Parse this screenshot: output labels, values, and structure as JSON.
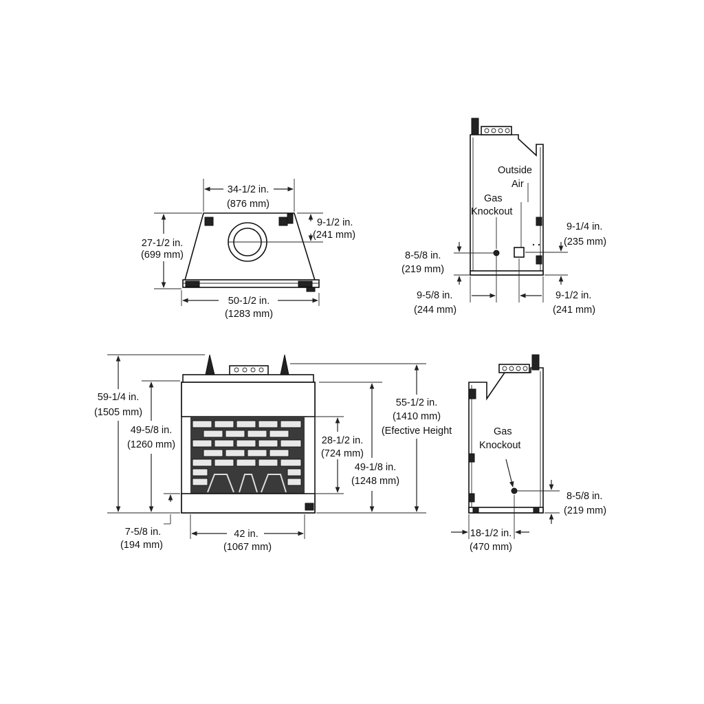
{
  "top_view": {
    "width_top": [
      "34-1/2 in.",
      "(876 mm)"
    ],
    "depth": [
      "27-1/2 in.",
      "(699 mm)"
    ],
    "flue_offset": [
      "9-1/2 in.",
      "(241 mm)"
    ],
    "width_bottom": [
      "50-1/2 in.",
      "(1283 mm)"
    ]
  },
  "side_view_right": {
    "outside_air": [
      "Outside",
      "Air"
    ],
    "gas_knockout": [
      "Gas",
      "Knockout"
    ],
    "air_height": [
      "9-1/4 in.",
      "(235 mm)"
    ],
    "gas_height": [
      "8-5/8 in.",
      "(219 mm)"
    ],
    "gas_from_front": [
      "9-5/8 in.",
      "(244 mm)"
    ],
    "air_from_back": [
      "9-1/2 in.",
      "(241 mm)"
    ]
  },
  "front_view": {
    "overall_height": [
      "59-1/4 in.",
      "(1505 mm)"
    ],
    "opening_top_height": [
      "49-5/8 in.",
      "(1260 mm)"
    ],
    "effective_height": [
      "55-1/2 in.",
      "(1410 mm)",
      "(Efective Height"
    ],
    "opening_height": [
      "28-1/2 in.",
      "(724 mm)"
    ],
    "body_height": [
      "49-1/8 in.",
      "(1248 mm)"
    ],
    "hearth_height": [
      "7-5/8 in.",
      "(194 mm)"
    ],
    "opening_width": [
      "42 in.",
      "(1067 mm)"
    ]
  },
  "side_view_left": {
    "gas_knockout": [
      "Gas",
      "Knockout"
    ],
    "gas_height": [
      "8-5/8 in.",
      "(219 mm)"
    ],
    "gas_from_side": [
      "18-1/2 in.",
      "(470 mm)"
    ]
  }
}
